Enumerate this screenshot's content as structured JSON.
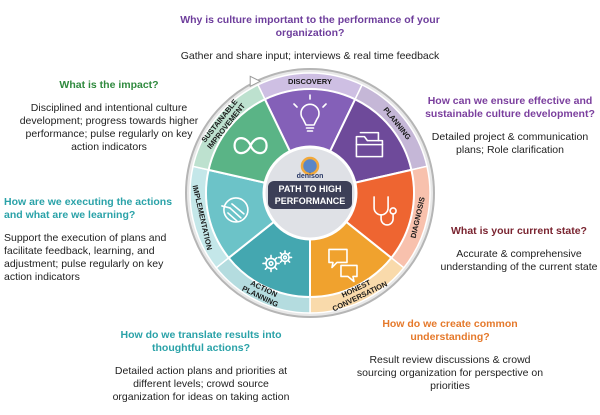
{
  "center": {
    "logo_text": "denison",
    "title_line1": "PATH TO HIGH",
    "title_line2": "PERFORMANCE"
  },
  "segments": [
    {
      "label": [
        "DISCOVERY"
      ],
      "color": "#8460b8",
      "icon": "lightbulb-icon"
    },
    {
      "label": [
        "PLANNING"
      ],
      "color": "#6e4a9a",
      "icon": "folder-icon"
    },
    {
      "label": [
        "DIAGNOSIS"
      ],
      "color": "#ee6531",
      "icon": "stethoscope-icon"
    },
    {
      "label": [
        "HONEST",
        "CONVERSATION"
      ],
      "color": "#f0a22e",
      "icon": "speech-bubbles-icon"
    },
    {
      "label": [
        "ACTION",
        "PLANNING"
      ],
      "color": "#44a7b0",
      "icon": "gears-icon"
    },
    {
      "label": [
        "IMPLEMENTATION"
      ],
      "color": "#6cc3c8",
      "icon": "hand-pointer-icon"
    },
    {
      "label": [
        "SUSTAINABLE",
        "IMPROVEMENT"
      ],
      "color": "#5ab486",
      "icon": "infinity-icon"
    }
  ],
  "callouts": {
    "discovery": {
      "question": "Why is culture important to the performance of your organization?",
      "desc": "Gather and share input; interviews & real time feedback",
      "color": "#6e3e9c"
    },
    "planning": {
      "question": "How can we ensure effective and sustainable culture development?",
      "desc": "Detailed project & communication plans; Role clarification",
      "color": "#7b3f9e"
    },
    "diagnosis": {
      "question": "What is your current state?",
      "desc": "Accurate & comprehensive understanding of the current state",
      "color": "#7a2430"
    },
    "honest_conversation": {
      "question": "How do we create common understanding?",
      "desc": "Result review discussions & crowd sourcing organization for perspective on priorities",
      "color": "#e5792b"
    },
    "action_planning": {
      "question": "How do we translate results into thoughtful actions?",
      "desc": "Detailed action plans and priorities at different levels; crowd source organization for ideas on taking action",
      "color": "#2aa2a8"
    },
    "implementation": {
      "question": "How are we executing the actions and what are we learning?",
      "desc": "Support the execution of plans and facilitate feedback, learning, and adjustment; pulse regularly on key action indicators",
      "color": "#2aa2a8"
    },
    "impact": {
      "question": "What is the impact?",
      "desc": "Disciplined and intentional culture development; progress towards higher performance; pulse regularly on key action indicators",
      "color": "#2f8a3e"
    }
  }
}
